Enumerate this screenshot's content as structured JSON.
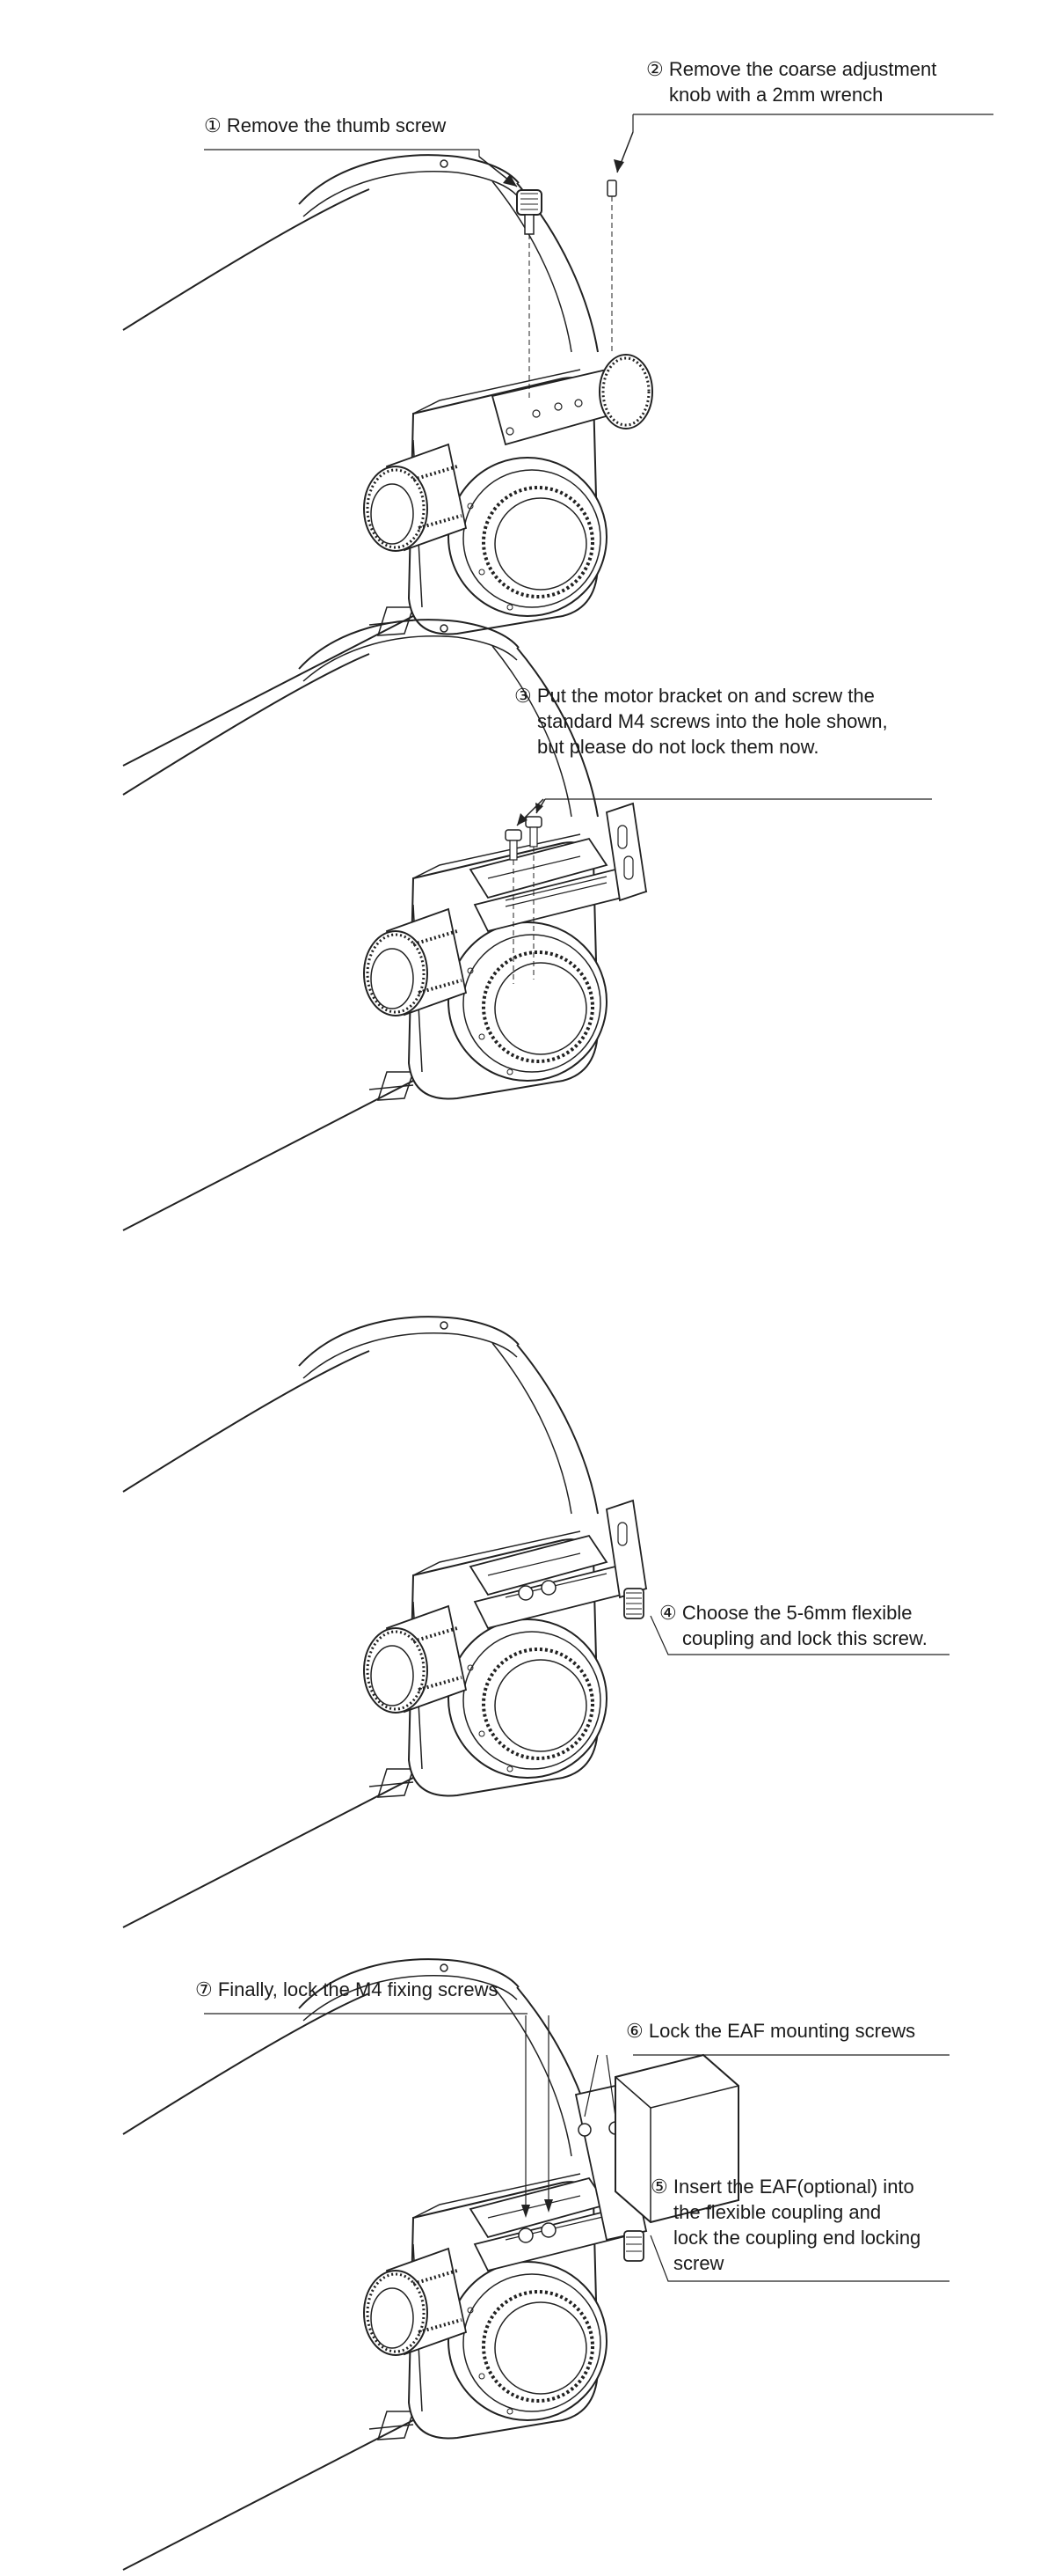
{
  "steps": [
    {
      "id": "1",
      "marker": "①",
      "lines": [
        "Remove the thumb screw"
      ]
    },
    {
      "id": "2",
      "marker": "②",
      "lines": [
        "Remove the coarse adjustment",
        "knob with a 2mm wrench"
      ]
    },
    {
      "id": "3",
      "marker": "③",
      "lines": [
        "Put the motor bracket on and screw the",
        "standard M4 screws into the hole shown,",
        "but please do not lock them now."
      ]
    },
    {
      "id": "4",
      "marker": "④",
      "lines": [
        "Choose the 5-6mm flexible",
        "coupling and lock this screw."
      ]
    },
    {
      "id": "7",
      "marker": "⑦",
      "lines": [
        "Finally, lock the M4 fixing screws"
      ]
    },
    {
      "id": "6",
      "marker": "⑥",
      "lines": [
        "Lock the EAF mounting screws"
      ]
    },
    {
      "id": "5",
      "marker": "⑤",
      "lines": [
        "Insert the EAF(optional) into",
        "the flexible coupling and",
        "lock the coupling end locking",
        "screw"
      ]
    }
  ],
  "colors": {
    "ink": "#1a1a1a",
    "line": "#222222",
    "background": "#ffffff"
  }
}
